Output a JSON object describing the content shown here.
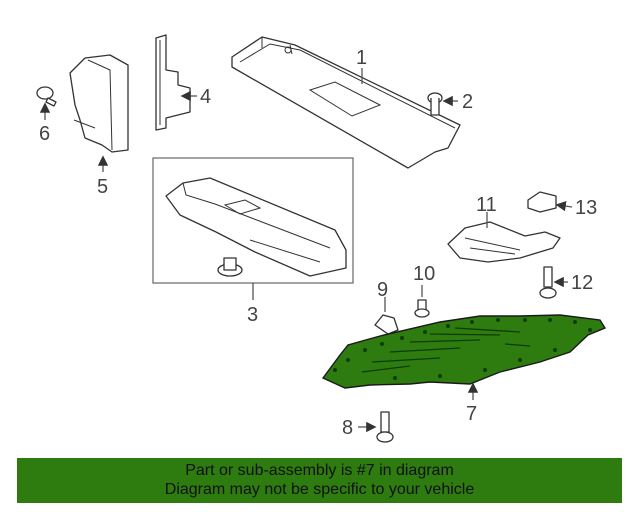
{
  "callouts": {
    "c1": "1",
    "c2": "2",
    "c3": "3",
    "c4": "4",
    "c5": "5",
    "c6": "6",
    "c7": "7",
    "c8": "8",
    "c9": "9",
    "c10": "10",
    "c11": "11",
    "c12": "12",
    "c13": "13"
  },
  "highlight_color": "#2e7b10",
  "banner": {
    "line1": "Part or sub-assembly is #7 in diagram",
    "line2": "Diagram may not be specific to your vehicle"
  }
}
